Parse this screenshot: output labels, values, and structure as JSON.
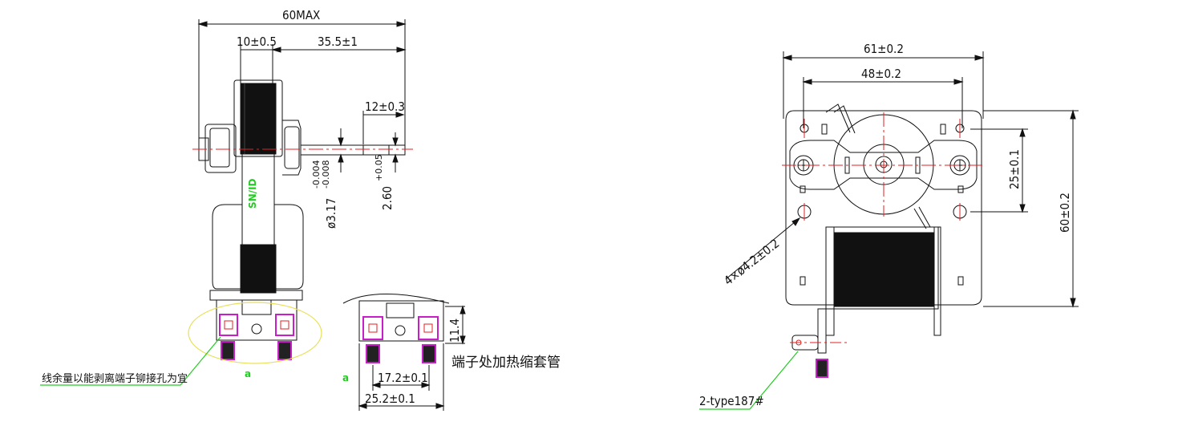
{
  "side_view": {
    "dims": {
      "overall": "60MAX",
      "core_width": "10±0.5",
      "shaft_length": "35.5±1",
      "flat_length": "12±0.3",
      "shaft_dia": "ø3.17",
      "shaft_tol_upper": "-0.004",
      "shaft_tol_lower": "-0.008",
      "flat_size": "2.60",
      "flat_tol": "+0.05"
    },
    "coil_label": "SN/ID"
  },
  "terminal_view": {
    "dims": {
      "inner": "17.2±0.1",
      "outer": "25.2±0.1",
      "height": "11.4"
    },
    "label_a": "a",
    "note": "端子处加热缩套管"
  },
  "left_note": {
    "text": "线余量以能剥离端子铆接孔为宜",
    "label_a": "a"
  },
  "front_view": {
    "dims": {
      "width_outer": "61±0.2",
      "width_inner": "48±0.2",
      "hole_pitch": "25±0.1",
      "height": "60±0.2",
      "holes": "4×ø4.2±0.2"
    },
    "terminal_note": "2-type187#"
  }
}
